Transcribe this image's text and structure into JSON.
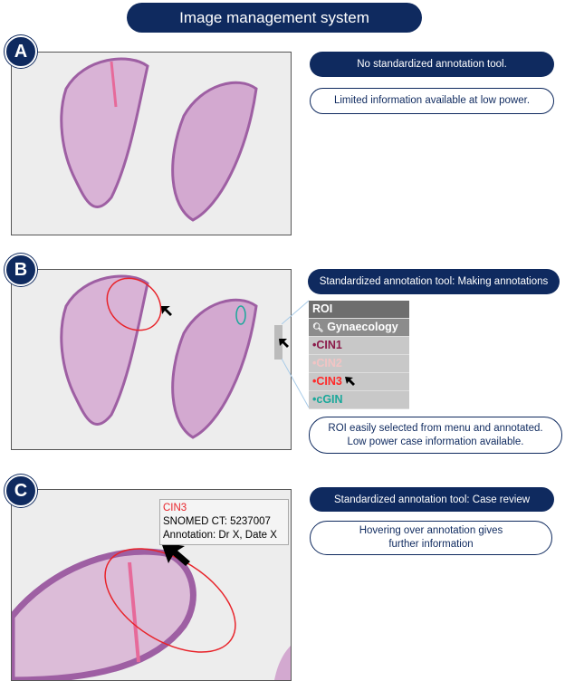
{
  "title": "Image management system",
  "panels": {
    "a": {
      "label": "A",
      "header": "No standardized annotation tool.",
      "note": "Limited information available at low power."
    },
    "b": {
      "label": "B",
      "header": "Standardized annotation tool: Making annotations",
      "note_line1": "ROI easily selected from menu and annotated.",
      "note_line2": "Low power case information available.",
      "menu": {
        "title": "ROI",
        "search": "Gynaecology",
        "items": [
          {
            "label": "•CIN1",
            "color": "#8b1a4a"
          },
          {
            "label": "•CIN2",
            "color": "#f2c4c4"
          },
          {
            "label": "•CIN3",
            "color": "#ff2a2a"
          },
          {
            "label": "•cGIN",
            "color": "#1aa89a"
          }
        ]
      }
    },
    "c": {
      "label": "C",
      "header": "Standardized annotation tool: Case review",
      "note": "Hovering over annotation gives further information",
      "tooltip": {
        "term": "CIN3",
        "code": "SNOMED CT: 5237007",
        "annotation": "Annotation: Dr X, Date X"
      }
    }
  }
}
